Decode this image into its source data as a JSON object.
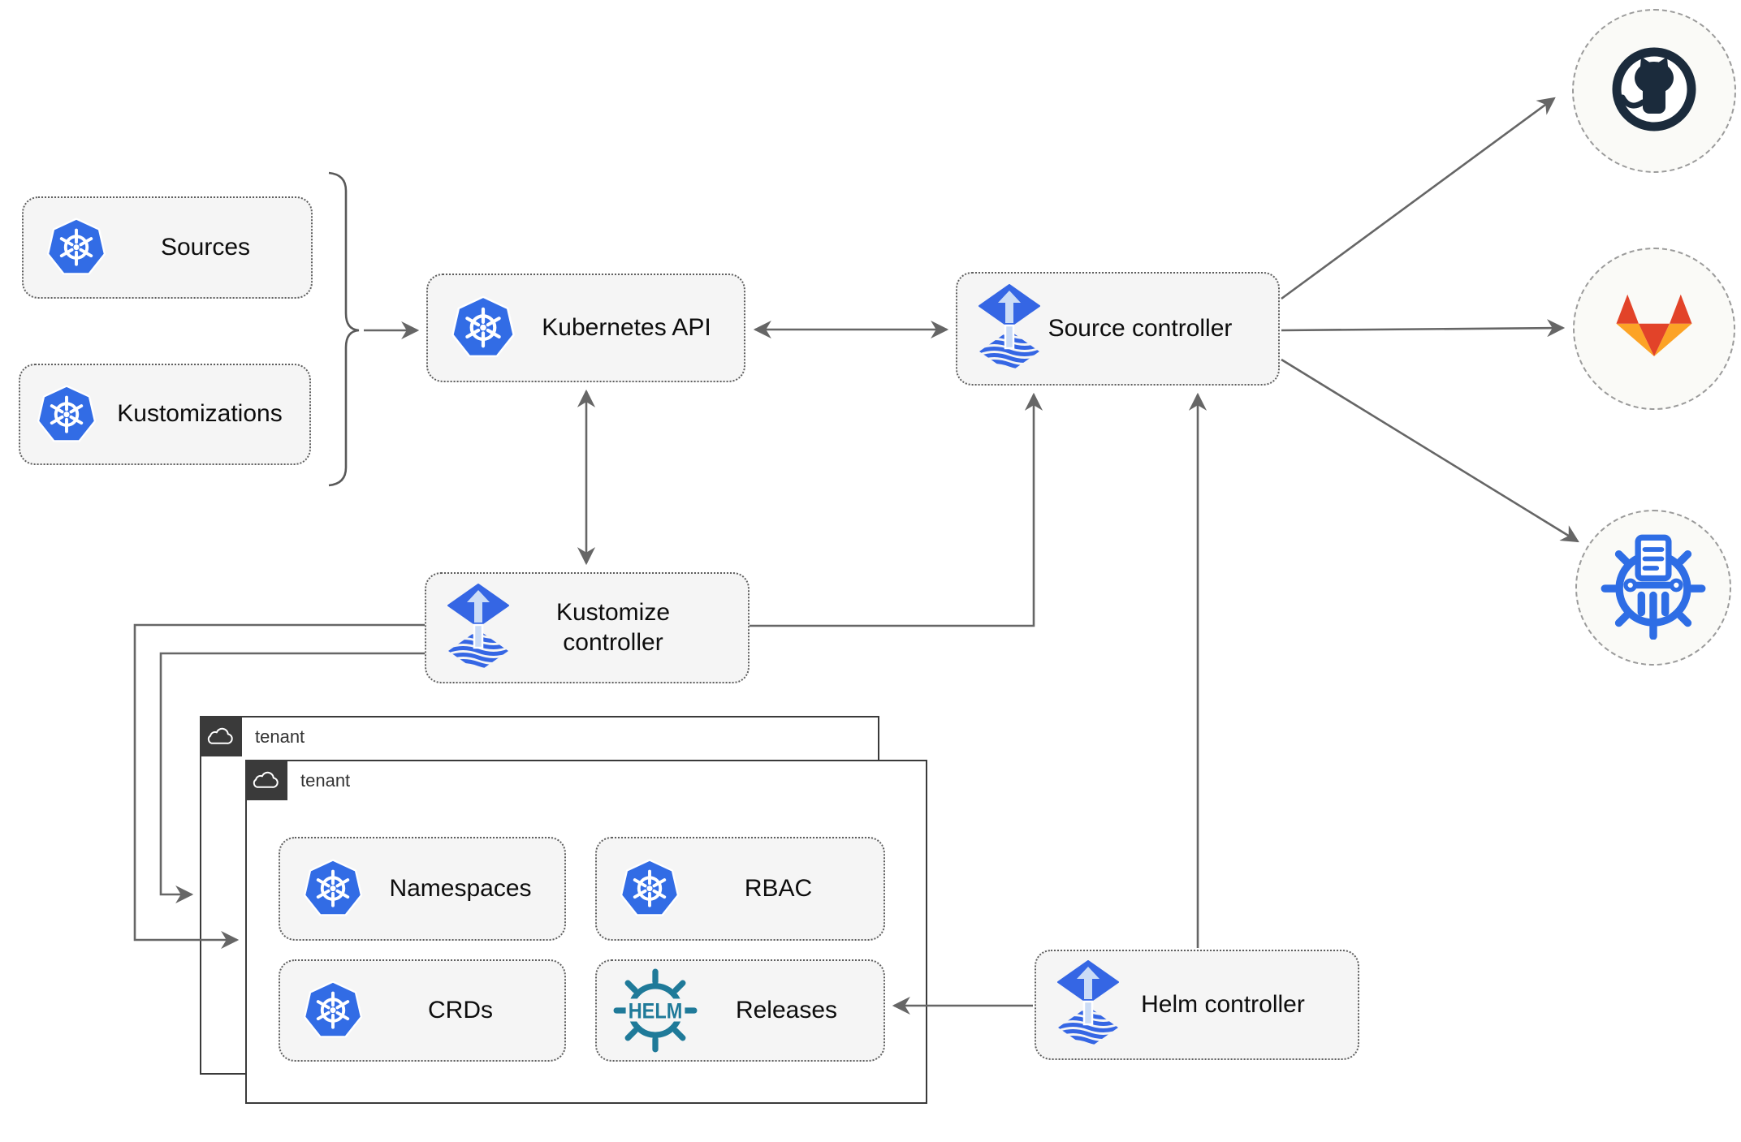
{
  "diagram": {
    "type": "flux-gitops-architecture",
    "nodes": {
      "sources": {
        "label": "Sources",
        "icon": "kubernetes"
      },
      "kustomizations": {
        "label": "Kustomizations",
        "icon": "kubernetes"
      },
      "kubernetes_api": {
        "label": "Kubernetes API",
        "icon": "kubernetes"
      },
      "source_controller": {
        "label": "Source controller",
        "icon": "flux"
      },
      "kustomize_controller": {
        "label": "Kustomize controller",
        "icon": "flux"
      },
      "helm_controller": {
        "label": "Helm controller",
        "icon": "flux"
      },
      "namespaces": {
        "label": "Namespaces",
        "icon": "kubernetes"
      },
      "rbac": {
        "label": "RBAC",
        "icon": "kubernetes"
      },
      "crds": {
        "label": "CRDs",
        "icon": "kubernetes"
      },
      "releases": {
        "label": "Releases",
        "icon": "helm"
      },
      "tenant_outer": {
        "label": "tenant",
        "icon": "cloud"
      },
      "tenant_inner": {
        "label": "tenant",
        "icon": "cloud"
      },
      "github": {
        "icon": "github"
      },
      "gitlab": {
        "icon": "gitlab"
      },
      "helm_repository": {
        "icon": "chartmuseum"
      }
    },
    "helm_logo_text": "HELM",
    "edges": [
      {
        "from": "sources+kustomizations-brace",
        "to": "kubernetes_api",
        "style": "arrow"
      },
      {
        "from": "kubernetes_api",
        "to": "source_controller",
        "style": "double-arrow"
      },
      {
        "from": "kubernetes_api",
        "to": "kustomize_controller",
        "style": "double-arrow"
      },
      {
        "from": "kustomize_controller",
        "to": "source_controller",
        "style": "arrow"
      },
      {
        "from": "kustomize_controller",
        "to": "tenant_outer",
        "style": "arrow"
      },
      {
        "from": "kustomize_controller",
        "to": "tenant_inner",
        "style": "arrow"
      },
      {
        "from": "helm_controller",
        "to": "source_controller",
        "style": "arrow"
      },
      {
        "from": "helm_controller",
        "to": "releases",
        "style": "arrow"
      },
      {
        "from": "source_controller",
        "to": "github",
        "style": "arrow"
      },
      {
        "from": "source_controller",
        "to": "gitlab",
        "style": "arrow"
      },
      {
        "from": "source_controller",
        "to": "helm_repository",
        "style": "arrow"
      }
    ]
  },
  "colors": {
    "k8s_blue": "#326CE5",
    "flux_blue": "#3566E4",
    "flux_arrow": "#CBDCF6",
    "helm_teal": "#1F7A99",
    "museum_blue": "#2E6DE5",
    "github_dark": "#1B2B3C",
    "gitlab_red": "#E24329",
    "gitlab_orange": "#FCA326",
    "arrow_gray": "#666666",
    "box_fill": "#F5F5F5",
    "box_border": "#5E5E5E",
    "tenant_border": "#3A3A3A",
    "circle_fill": "#FAFAF7",
    "circle_border": "#9B9B9B",
    "label_color": "#0D0D0D"
  }
}
